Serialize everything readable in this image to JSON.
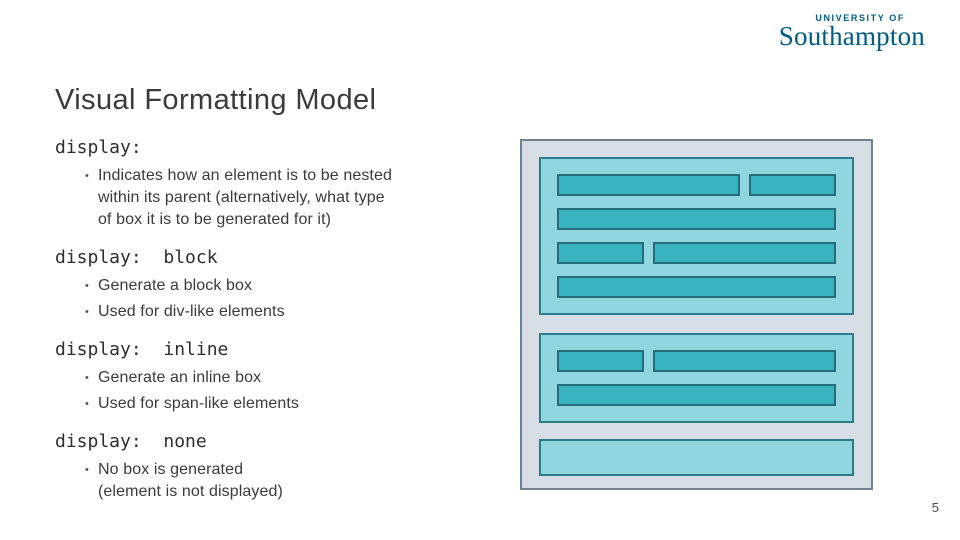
{
  "colors": {
    "brand": "#005c84",
    "text": "#3b3b3d",
    "heading": "#2e2e30",
    "outer-fill": "#d7dde4",
    "outer-border": "#70838f",
    "box-fill": "#90d6de",
    "box-border": "#2b7b88",
    "bar-fill": "#39b3c0",
    "bar-border": "#256d7a"
  },
  "logo": {
    "university_of": "UNIVERSITY OF",
    "southampton": "Southampton"
  },
  "title": "Visual Formatting Model",
  "page_number": "5",
  "ui": {
    "bullet_char": "•"
  },
  "sections": [
    {
      "heading": "display:",
      "bullets": [
        "Indicates how an element is to be nested\nwithin its parent (alternatively, what type\nof box it is to be generated for it)"
      ]
    },
    {
      "heading": "display:  block",
      "bullets": [
        "Generate a block box",
        "Used for div-like elements"
      ]
    },
    {
      "heading": "display:  inline",
      "bullets": [
        "Generate an inline box",
        "Used for span-like elements"
      ]
    },
    {
      "heading": "display:  none",
      "bullets": [
        "No box is generated\n(element is not displayed)"
      ]
    }
  ],
  "diagram": {
    "groups": [
      {
        "rows": [
          [
            "wide",
            "narrow"
          ],
          [
            "full"
          ],
          [
            "narrow",
            "wide"
          ],
          [
            "full"
          ]
        ]
      },
      {
        "rows": [
          [
            "narrow",
            "wide"
          ],
          [
            "full"
          ]
        ]
      },
      {
        "rows": []
      }
    ]
  }
}
